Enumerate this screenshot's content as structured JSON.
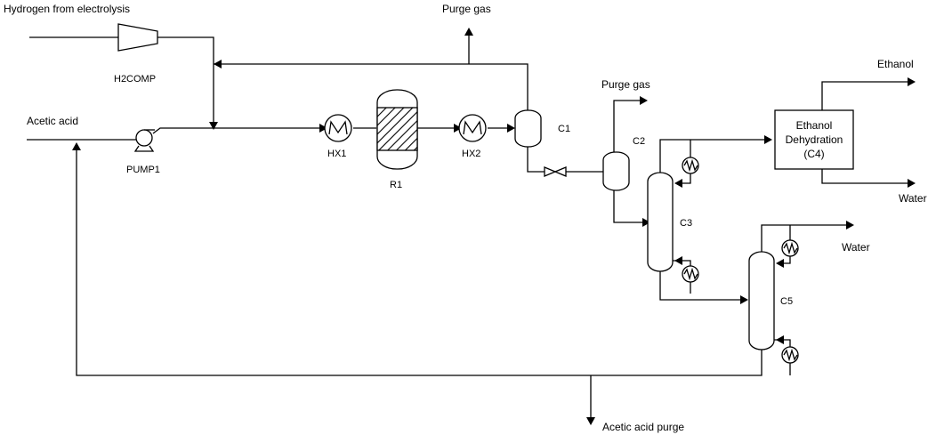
{
  "labels": {
    "hydrogen_feed": "Hydrogen from electrolysis",
    "purge_gas_top": "Purge gas",
    "purge_gas_c2": "Purge gas",
    "ethanol_out": "Ethanol",
    "water_out_top": "Water",
    "water_out_c5": "Water",
    "acetic_acid_feed": "Acetic acid",
    "acetic_acid_purge": "Acetic acid purge"
  },
  "units": {
    "h2comp": "H2COMP",
    "pump1": "PUMP1",
    "hx1": "HX1",
    "r1": "R1",
    "hx2": "HX2",
    "c1": "C1",
    "c2": "C2",
    "c3": "C3",
    "c5": "C5",
    "c4_line1": "Ethanol",
    "c4_line2": "Dehydration",
    "c4_line3": "(C4)"
  }
}
